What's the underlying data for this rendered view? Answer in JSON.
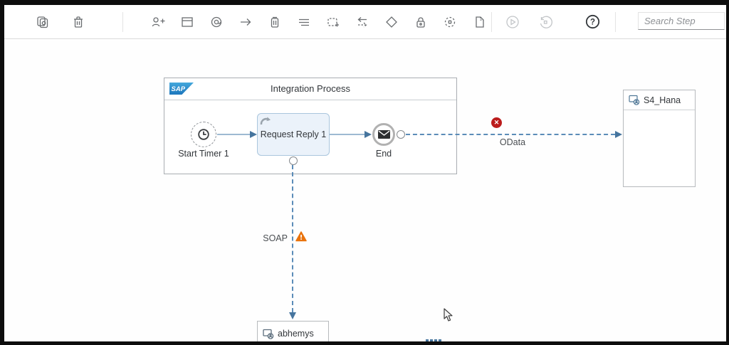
{
  "window": {
    "search_placeholder": "Search Step"
  },
  "toolbar": {
    "icons": [
      "copy",
      "delete",
      "add-participant",
      "process",
      "events",
      "connectors",
      "mapping",
      "flow-steps",
      "local-call",
      "routing",
      "gateway",
      "security",
      "persistence",
      "validator",
      "simulate",
      "restore-simulation",
      "help"
    ],
    "disabled_icons": [
      "simulate",
      "restore-simulation"
    ]
  },
  "process": {
    "title": "Integration Process",
    "logo_text": "SAP"
  },
  "nodes": {
    "start_event": {
      "label": "Start Timer 1"
    },
    "request_reply": {
      "label": "Request Reply 1"
    },
    "end_event": {
      "label": "End"
    }
  },
  "connections": {
    "odata": {
      "label": "OData",
      "status": "error"
    },
    "soap": {
      "label": "SOAP",
      "status": "warning"
    }
  },
  "participants": {
    "receiver_right": {
      "name": "S4_Hana"
    },
    "receiver_bottom": {
      "name": "abhemys"
    }
  },
  "colors": {
    "accent_blue": "#46759e",
    "flow_line": "#5b8cb8",
    "error_red": "#bb1c1c",
    "warning_orange": "#e9730c",
    "node_fill": "#ebf2fa",
    "node_border": "#aac6dd",
    "sap_logo_blue": "#1b75bc"
  }
}
